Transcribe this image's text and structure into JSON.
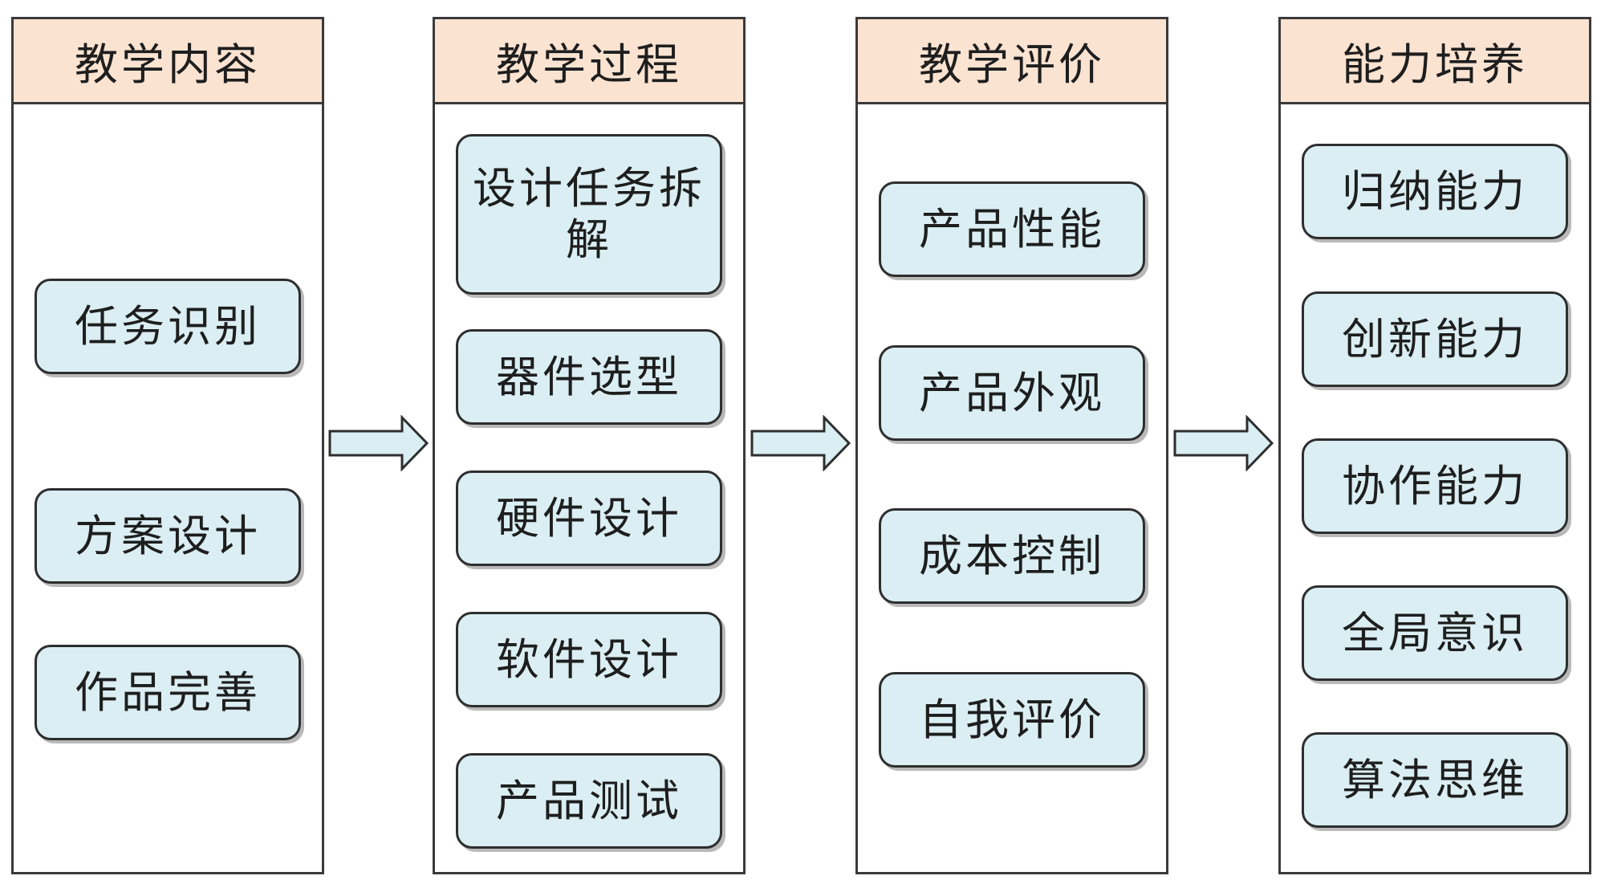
{
  "columns": [
    {
      "title": "教学内容",
      "items": [
        "任务识别",
        "方案设计",
        "作品完善"
      ]
    },
    {
      "title": "教学过程",
      "items": [
        "设计任务拆解",
        "器件选型",
        "硬件设计",
        "软件设计",
        "产品测试"
      ]
    },
    {
      "title": "教学评价",
      "items": [
        "产品性能",
        "产品外观",
        "成本控制",
        "自我评价"
      ]
    },
    {
      "title": "能力培养",
      "items": [
        "归纳能力",
        "创新能力",
        "协作能力",
        "全局意识",
        "算法思维"
      ]
    }
  ],
  "colors": {
    "header_fill": "#fbe3d1",
    "box_fill": "#daeef3",
    "arrow_fill": "#daeef3",
    "border": "#2e2e2e"
  }
}
